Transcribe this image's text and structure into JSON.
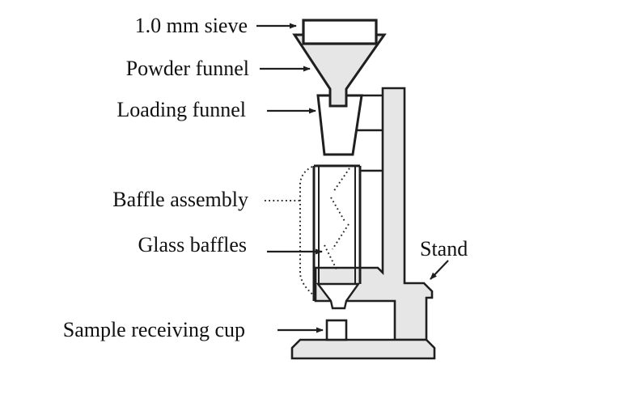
{
  "labels": {
    "sieve": "1.0 mm sieve",
    "powder_funnel": "Powder funnel",
    "loading_funnel": "Loading funnel",
    "baffle_assembly": "Baffle assembly",
    "glass_baffles": "Glass baffles",
    "stand": "Stand",
    "sample_cup": "Sample receiving cup"
  },
  "colors": {
    "background": "#ffffff",
    "part_fill": "#e6e6e6",
    "line": "#1f1f1f",
    "text": "#111111"
  }
}
